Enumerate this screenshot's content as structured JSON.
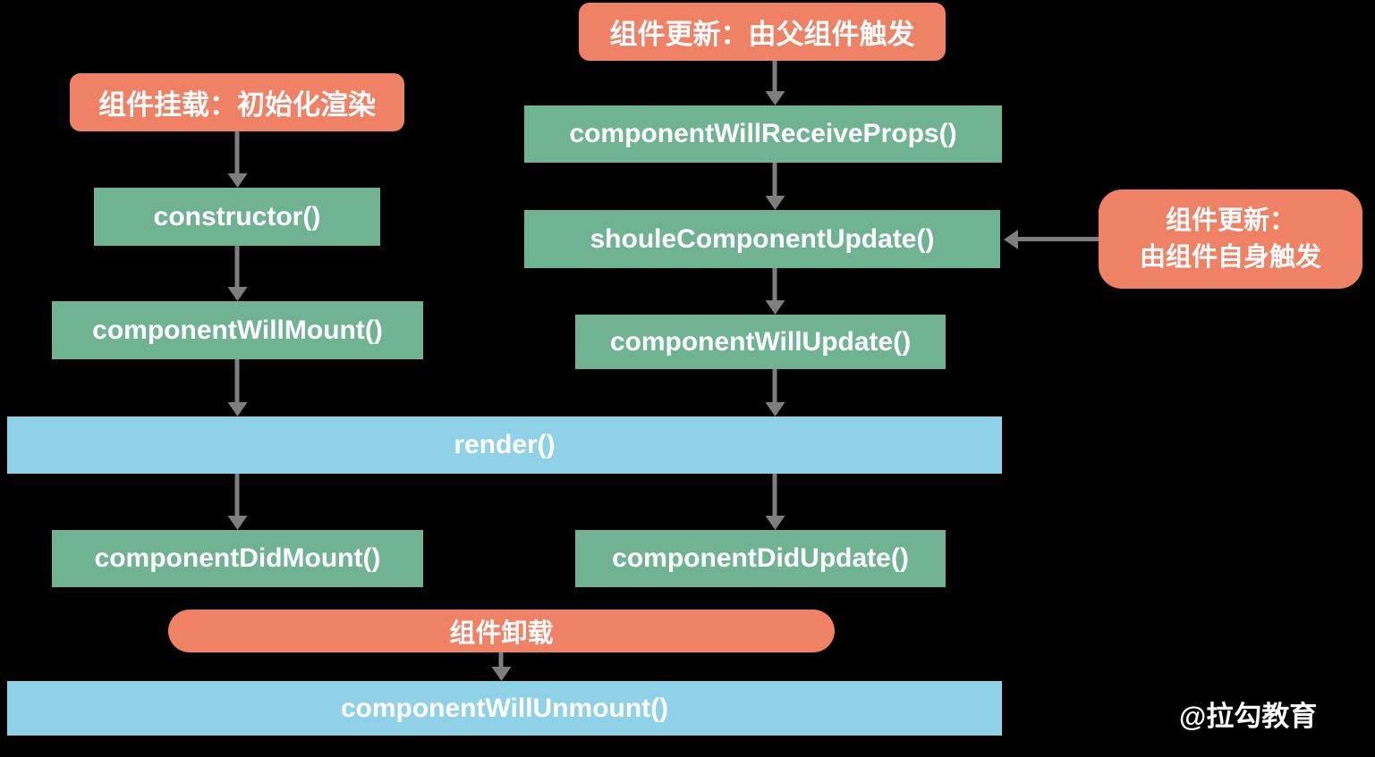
{
  "colors": {
    "background": "#000000",
    "orange": "#EF8165",
    "green": "#6FB392",
    "blue": "#8FD1E7",
    "arrow": "#7E7E7E",
    "text": "#FFFFFF"
  },
  "nodes": {
    "mount_header": {
      "label": "组件挂载：初始化渲染"
    },
    "constructor": {
      "label": "constructor()"
    },
    "will_mount": {
      "label": "componentWillMount()"
    },
    "render": {
      "label": "render()"
    },
    "did_mount": {
      "label": "componentDidMount()"
    },
    "unmount_header": {
      "label": "组件卸载"
    },
    "will_unmount": {
      "label": "componentWillUnmount()"
    },
    "update_parent_header": {
      "label": "组件更新：由父组件触发"
    },
    "will_receive_props": {
      "label": "componentWillReceiveProps()"
    },
    "should_update": {
      "label": "shouleComponentUpdate()"
    },
    "will_update": {
      "label": "componentWillUpdate()"
    },
    "did_update": {
      "label": "componentDidUpdate()"
    },
    "update_self_header": {
      "line1": "组件更新：",
      "line2": "由组件自身触发"
    }
  },
  "edges": [
    {
      "from": "mount_header",
      "to": "constructor"
    },
    {
      "from": "constructor",
      "to": "will_mount"
    },
    {
      "from": "will_mount",
      "to": "render"
    },
    {
      "from": "render",
      "to": "did_mount"
    },
    {
      "from": "unmount_header",
      "to": "will_unmount"
    },
    {
      "from": "update_parent_header",
      "to": "will_receive_props"
    },
    {
      "from": "will_receive_props",
      "to": "should_update"
    },
    {
      "from": "should_update",
      "to": "will_update"
    },
    {
      "from": "will_update",
      "to": "render"
    },
    {
      "from": "render",
      "to": "did_update"
    },
    {
      "from": "update_self_header",
      "to": "should_update"
    }
  ],
  "watermark": {
    "label": "@拉勾教育"
  }
}
